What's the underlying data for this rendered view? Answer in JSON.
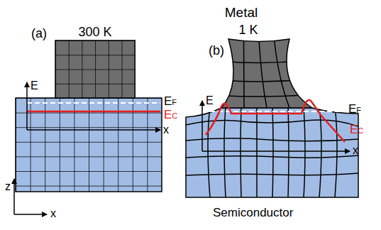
{
  "diagram": {
    "labels": [
      "(a)",
      "300 K",
      "E",
      "EF",
      "EC",
      "x",
      "z",
      "x",
      "Metal",
      "1 K",
      "(b)",
      "E",
      "EF",
      "EC",
      "x",
      "Semiconductor"
    ]
  }
}
